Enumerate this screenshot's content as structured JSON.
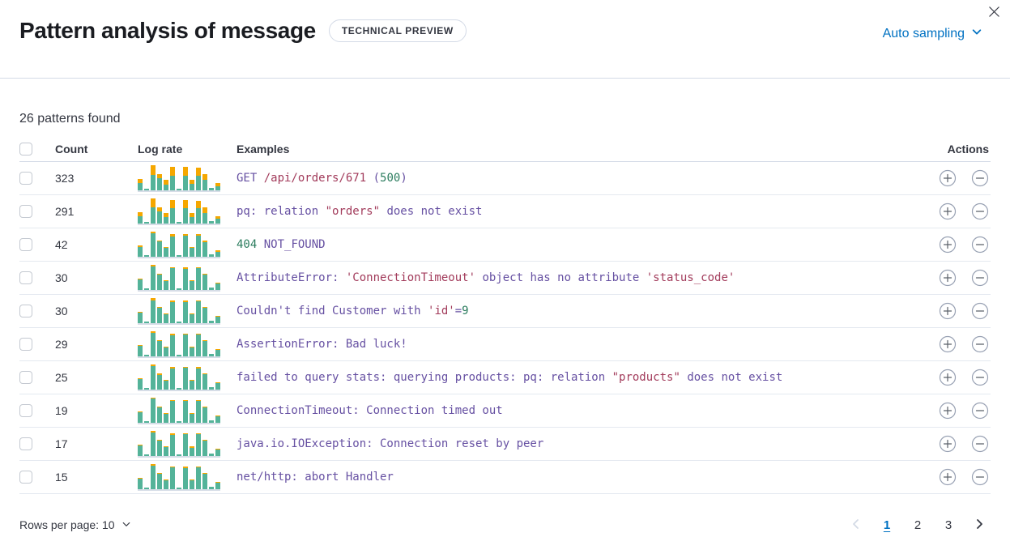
{
  "header": {
    "title": "Pattern analysis of message",
    "badge": "TECHNICAL PREVIEW",
    "sampling_label": "Auto sampling"
  },
  "summary": "26 patterns found",
  "colors": {
    "accent_blue": "#0071c2",
    "code_purple": "#6650a2",
    "code_red": "#A23B5B",
    "code_green": "#2b7c5e",
    "bar_teal": "#54B399",
    "bar_orange": "#F5A700"
  },
  "table": {
    "columns": {
      "count": "Count",
      "log_rate": "Log rate",
      "examples": "Examples",
      "actions": "Actions"
    },
    "rows": [
      {
        "count": "323",
        "bars": [
          [
            9,
            5
          ],
          [
            2,
            0
          ],
          [
            19,
            12
          ],
          [
            15,
            5
          ],
          [
            7,
            6
          ],
          [
            18,
            11
          ],
          [
            2,
            0
          ],
          [
            18,
            11
          ],
          [
            8,
            5
          ],
          [
            18,
            10
          ],
          [
            13,
            7
          ],
          [
            3,
            0
          ],
          [
            5,
            4
          ]
        ],
        "example": [
          [
            "GET ",
            "p"
          ],
          [
            "/api/orders/671",
            "r"
          ],
          [
            " (",
            "p"
          ],
          [
            "500",
            "g"
          ],
          [
            ")",
            "p"
          ]
        ]
      },
      {
        "count": "291",
        "bars": [
          [
            9,
            5
          ],
          [
            2,
            0
          ],
          [
            20,
            11
          ],
          [
            15,
            5
          ],
          [
            8,
            5
          ],
          [
            19,
            10
          ],
          [
            2,
            0
          ],
          [
            19,
            10
          ],
          [
            8,
            5
          ],
          [
            19,
            9
          ],
          [
            13,
            7
          ],
          [
            3,
            0
          ],
          [
            6,
            3
          ]
        ],
        "example": [
          [
            "pq: relation ",
            "p"
          ],
          [
            "\"orders\"",
            "r"
          ],
          [
            " does not exist",
            "p"
          ]
        ]
      },
      {
        "count": "42",
        "bars": [
          [
            12,
            2
          ],
          [
            2,
            0
          ],
          [
            29,
            2
          ],
          [
            19,
            1
          ],
          [
            11,
            1
          ],
          [
            25,
            3
          ],
          [
            2,
            0
          ],
          [
            26,
            2
          ],
          [
            11,
            1
          ],
          [
            26,
            2
          ],
          [
            18,
            2
          ],
          [
            3,
            0
          ],
          [
            6,
            2
          ]
        ],
        "example": [
          [
            "404",
            "g"
          ],
          [
            " NOT_FOUND",
            "p"
          ]
        ]
      },
      {
        "count": "30",
        "bars": [
          [
            13,
            1
          ],
          [
            2,
            0
          ],
          [
            29,
            2
          ],
          [
            19,
            1
          ],
          [
            11,
            1
          ],
          [
            27,
            1
          ],
          [
            2,
            0
          ],
          [
            26,
            2
          ],
          [
            11,
            1
          ],
          [
            27,
            1
          ],
          [
            19,
            1
          ],
          [
            3,
            0
          ],
          [
            8,
            1
          ]
        ],
        "example": [
          [
            "AttributeError: ",
            "p"
          ],
          [
            "'ConnectionTimeout'",
            "r"
          ],
          [
            " object has no attribute ",
            "p"
          ],
          [
            "'status_code'",
            "r"
          ]
        ]
      },
      {
        "count": "30",
        "bars": [
          [
            13,
            1
          ],
          [
            2,
            0
          ],
          [
            28,
            3
          ],
          [
            19,
            1
          ],
          [
            11,
            1
          ],
          [
            26,
            2
          ],
          [
            2,
            0
          ],
          [
            26,
            2
          ],
          [
            11,
            1
          ],
          [
            27,
            1
          ],
          [
            19,
            1
          ],
          [
            3,
            0
          ],
          [
            8,
            1
          ]
        ],
        "example": [
          [
            "Couldn't find Customer with ",
            "p"
          ],
          [
            "'id'",
            "r"
          ],
          [
            "=",
            "p"
          ],
          [
            "9",
            "g"
          ]
        ]
      },
      {
        "count": "29",
        "bars": [
          [
            13,
            1
          ],
          [
            2,
            0
          ],
          [
            29,
            2
          ],
          [
            19,
            1
          ],
          [
            11,
            1
          ],
          [
            26,
            2
          ],
          [
            2,
            0
          ],
          [
            27,
            1
          ],
          [
            11,
            1
          ],
          [
            27,
            1
          ],
          [
            19,
            1
          ],
          [
            3,
            0
          ],
          [
            8,
            1
          ]
        ],
        "example": [
          [
            "AssertionError: Bad luck!",
            "p"
          ]
        ]
      },
      {
        "count": "25",
        "bars": [
          [
            13,
            1
          ],
          [
            2,
            0
          ],
          [
            29,
            2
          ],
          [
            18,
            2
          ],
          [
            11,
            1
          ],
          [
            26,
            2
          ],
          [
            2,
            0
          ],
          [
            27,
            1
          ],
          [
            11,
            1
          ],
          [
            26,
            2
          ],
          [
            19,
            1
          ],
          [
            3,
            0
          ],
          [
            8,
            1
          ]
        ],
        "example": [
          [
            "failed to query stats: querying products: pq: relation ",
            "p"
          ],
          [
            "\"products\"",
            "r"
          ],
          [
            " does not exist",
            "p"
          ]
        ]
      },
      {
        "count": "19",
        "bars": [
          [
            13,
            1
          ],
          [
            2,
            0
          ],
          [
            30,
            1
          ],
          [
            19,
            1
          ],
          [
            11,
            1
          ],
          [
            27,
            1
          ],
          [
            2,
            0
          ],
          [
            27,
            1
          ],
          [
            11,
            1
          ],
          [
            27,
            1
          ],
          [
            19,
            1
          ],
          [
            3,
            0
          ],
          [
            8,
            1
          ]
        ],
        "example": [
          [
            "ConnectionTimeout: Connection timed out",
            "p"
          ]
        ]
      },
      {
        "count": "17",
        "bars": [
          [
            13,
            1
          ],
          [
            2,
            0
          ],
          [
            29,
            2
          ],
          [
            19,
            1
          ],
          [
            11,
            1
          ],
          [
            26,
            2
          ],
          [
            2,
            0
          ],
          [
            27,
            1
          ],
          [
            10,
            2
          ],
          [
            27,
            1
          ],
          [
            19,
            1
          ],
          [
            3,
            0
          ],
          [
            8,
            1
          ]
        ],
        "example": [
          [
            "java.io.IOException: Connection reset by peer",
            "p"
          ]
        ]
      },
      {
        "count": "15",
        "bars": [
          [
            13,
            1
          ],
          [
            2,
            0
          ],
          [
            29,
            2
          ],
          [
            19,
            1
          ],
          [
            11,
            1
          ],
          [
            27,
            1
          ],
          [
            2,
            0
          ],
          [
            26,
            2
          ],
          [
            11,
            1
          ],
          [
            27,
            1
          ],
          [
            19,
            1
          ],
          [
            3,
            0
          ],
          [
            8,
            1
          ]
        ],
        "example": [
          [
            "net/http: abort Handler",
            "p"
          ]
        ]
      }
    ]
  },
  "footer": {
    "rows_per_page_label": "Rows per page: 10",
    "pages": [
      "1",
      "2",
      "3"
    ],
    "active_page": "1"
  }
}
